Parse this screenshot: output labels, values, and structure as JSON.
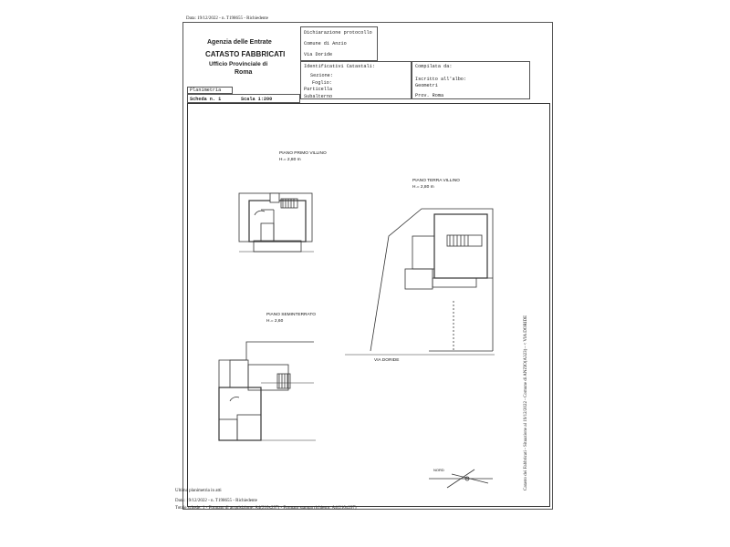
{
  "top_stamp": "Data: 19/12/2022 - n. T198655 - Richiedente",
  "header": {
    "agency": "Agenzia delle Entrate",
    "catasto": "CATASTO FABBRICATI",
    "office": "Ufficio Provinciale di",
    "city": "Roma"
  },
  "protocol": {
    "title": "Dichiarazione protocollo",
    "comune": "Comune di Anzio",
    "via": "Via Doride"
  },
  "identificativi": {
    "title": "Identificativi Catastali:",
    "sezione": "Sezione:",
    "foglio": "Foglio:",
    "particella": "Particella",
    "subalterno": "Subalterno"
  },
  "compilata": {
    "title": "Compilata da:",
    "iscritto": "Iscritto all'albo:",
    "geometri": "Geometri",
    "prov": "Prov. Roma"
  },
  "planimetria": {
    "title": "Planimetria",
    "scheda": "Scheda n. 1",
    "scala": "Scala 1:200"
  },
  "plans": {
    "primo": {
      "title": "PIANO PRIMO VILLINO",
      "height": "H.= 2,80 m"
    },
    "terra": {
      "title": "PIANO TERRA VILLINO",
      "height": "H.= 2,80 m"
    },
    "seminterrato": {
      "title": "PIANO SEMINTERRATO",
      "height": "H.= 2,60"
    },
    "street": "VIA DORIDE",
    "north": "NORD"
  },
  "footer": {
    "ultima": "Ultima planimetria in atti",
    "stamp": "Data: 19/12/2022 - n. T198655 - Richiedente",
    "formato": "Totale schede: 1 - Formato di acquisizione: A4(210x297) - Formato stampa richiesto: A4(210x297)"
  },
  "side_text": "Catasto dei Fabbricati - Situazione al 19/12/2022 - Comune di ANZIO(A323) - < VIA DORIDE"
}
